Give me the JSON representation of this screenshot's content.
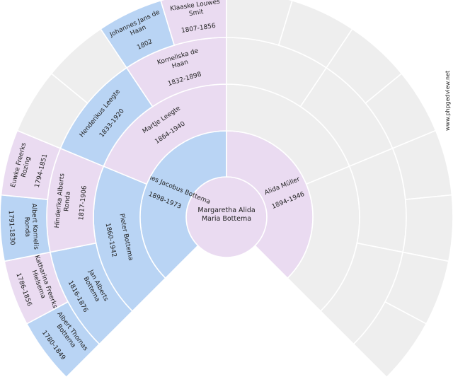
{
  "watermark": "www.phpgedview.net",
  "root": {
    "name_lines": [
      "Margaretha Alida",
      "Maria Bottema"
    ],
    "gender": "female"
  },
  "generations": [
    [
      {
        "name": "Johannes Jacobus Bottema",
        "dates": "1898-1973",
        "gender": "male"
      },
      {
        "name": "Alida Müller",
        "dates": "1894-1946",
        "gender": "female"
      }
    ],
    [
      {
        "name": "Pieter Bottema",
        "dates": "1860-1942",
        "gender": "male"
      },
      {
        "name": "Martje Leegte",
        "dates": "1864-1940",
        "gender": "female"
      },
      {
        "name": "",
        "dates": "",
        "gender": "empty"
      },
      {
        "name": "",
        "dates": "",
        "gender": "empty"
      }
    ],
    [
      {
        "name": "Jan Alberts Bottema",
        "dates": "1816-1876",
        "gender": "male"
      },
      {
        "name": "Hinderika Alberts Ronda",
        "dates": "1817-1906",
        "gender": "female"
      },
      {
        "name": "Henderikus Leegte",
        "dates": "1833-1920",
        "gender": "male"
      },
      {
        "name": "Kornelisk​a de Haan",
        "dates": "1832-1898",
        "gender": "female"
      },
      {
        "name": "",
        "dates": "",
        "gender": "empty"
      },
      {
        "name": "",
        "dates": "",
        "gender": "empty"
      },
      {
        "name": "",
        "dates": "",
        "gender": "empty"
      },
      {
        "name": "",
        "dates": "",
        "gender": "empty"
      }
    ],
    [
      {
        "name": "Albert Thomas Bottema",
        "dates": "1780-1849",
        "gender": "male"
      },
      {
        "name": "Katharina Freerks Hielsema",
        "dates": "1786-1856",
        "gender": "female"
      },
      {
        "name": "Albert Kornelis Ronda",
        "dates": "1791-1830",
        "gender": "male"
      },
      {
        "name": "Euwke Freerks Rozing",
        "dates": "1794-1851",
        "gender": "female"
      },
      {
        "name": "",
        "dates": "",
        "gender": "empty"
      },
      {
        "name": "",
        "dates": "",
        "gender": "empty"
      },
      {
        "name": "Johannes Jans de Haan",
        "dates": "1802",
        "gender": "male"
      },
      {
        "name": "Klaaske Louwes Smit",
        "dates": "1807-1856",
        "gender": "female"
      },
      {
        "name": "",
        "dates": "",
        "gender": "empty"
      },
      {
        "name": "",
        "dates": "",
        "gender": "empty"
      },
      {
        "name": "",
        "dates": "",
        "gender": "empty"
      },
      {
        "name": "",
        "dates": "",
        "gender": "empty"
      },
      {
        "name": "",
        "dates": "",
        "gender": "empty"
      },
      {
        "name": "",
        "dates": "",
        "gender": "empty"
      },
      {
        "name": "",
        "dates": "",
        "gender": "empty"
      },
      {
        "name": "",
        "dates": "",
        "gender": "empty"
      }
    ]
  ],
  "colors": {
    "male": "#b9d4f4",
    "female": "#eadbf1",
    "empty": "#eeeeee"
  }
}
